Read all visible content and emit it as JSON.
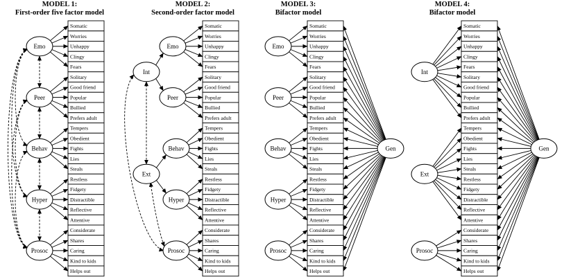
{
  "items": [
    "Somatic",
    "Worries",
    "Unhappy",
    "Clingy",
    "Fears",
    "Solitary",
    "Good friend",
    "Popular",
    "Bullied",
    "Prefers adult",
    "Tempers",
    "Obedient",
    "Fights",
    "Lies",
    "Steals",
    "Restless",
    "Fidgety",
    "Distractible",
    "Reflective",
    "Attentive",
    "Considerate",
    "Shares",
    "Caring",
    "Kind to kids",
    "Helps out"
  ],
  "models": [
    {
      "title_line1": "MODEL 1:",
      "title_line2": "First-order five factor model",
      "first_order_factors": [
        {
          "label": "Emo",
          "items": [
            0,
            1,
            2,
            3,
            4
          ]
        },
        {
          "label": "Peer",
          "items": [
            5,
            6,
            7,
            8,
            9
          ]
        },
        {
          "label": "Behav",
          "items": [
            10,
            11,
            12,
            13,
            14
          ]
        },
        {
          "label": "Hyper",
          "items": [
            15,
            16,
            17,
            18,
            19
          ]
        },
        {
          "label": "Prosoc",
          "items": [
            20,
            21,
            22,
            23,
            24
          ]
        }
      ],
      "second_order_factors": [],
      "general_factor": null,
      "correlations": "all-pairs"
    },
    {
      "title_line1": "MODEL 2:",
      "title_line2": "Second-order factor model",
      "first_order_factors": [
        {
          "label": "Emo",
          "items": [
            0,
            1,
            2,
            3,
            4
          ]
        },
        {
          "label": "Peer",
          "items": [
            5,
            6,
            7,
            8,
            9
          ]
        },
        {
          "label": "Behav",
          "items": [
            10,
            11,
            12,
            13,
            14
          ]
        },
        {
          "label": "Hyper",
          "items": [
            15,
            16,
            17,
            18,
            19
          ]
        },
        {
          "label": "Prosoc",
          "items": [
            20,
            21,
            22,
            23,
            24
          ]
        }
      ],
      "second_order_factors": [
        {
          "label": "Int",
          "loads_on": [
            "Emo",
            "Peer"
          ]
        },
        {
          "label": "Ext",
          "loads_on": [
            "Behav",
            "Hyper"
          ]
        }
      ],
      "general_factor": null,
      "correlations": "second-order"
    },
    {
      "title_line1": "MODEL 3:",
      "title_line2": "Bifactor model",
      "first_order_factors": [
        {
          "label": "Emo",
          "items": [
            0,
            1,
            2,
            3,
            4
          ]
        },
        {
          "label": "Peer",
          "items": [
            5,
            6,
            7,
            8,
            9
          ]
        },
        {
          "label": "Behav",
          "items": [
            10,
            11,
            12,
            13,
            14
          ]
        },
        {
          "label": "Hyper",
          "items": [
            15,
            16,
            17,
            18,
            19
          ]
        },
        {
          "label": "Prosoc",
          "items": [
            20,
            21,
            22,
            23,
            24
          ]
        }
      ],
      "second_order_factors": [],
      "general_factor": {
        "label": "Gen"
      },
      "correlations": "none"
    },
    {
      "title_line1": "MODEL 4:",
      "title_line2": "Bifactor model",
      "first_order_factors": [
        {
          "label": "Int",
          "items": [
            0,
            1,
            2,
            3,
            4,
            5,
            6,
            7,
            8,
            9
          ]
        },
        {
          "label": "Ext",
          "items": [
            10,
            11,
            12,
            13,
            14,
            15,
            16,
            17,
            18,
            19
          ]
        },
        {
          "label": "Prosoc",
          "items": [
            20,
            21,
            22,
            23,
            24
          ]
        }
      ],
      "second_order_factors": [],
      "general_factor": {
        "label": "Gen"
      },
      "correlations": "none"
    }
  ]
}
